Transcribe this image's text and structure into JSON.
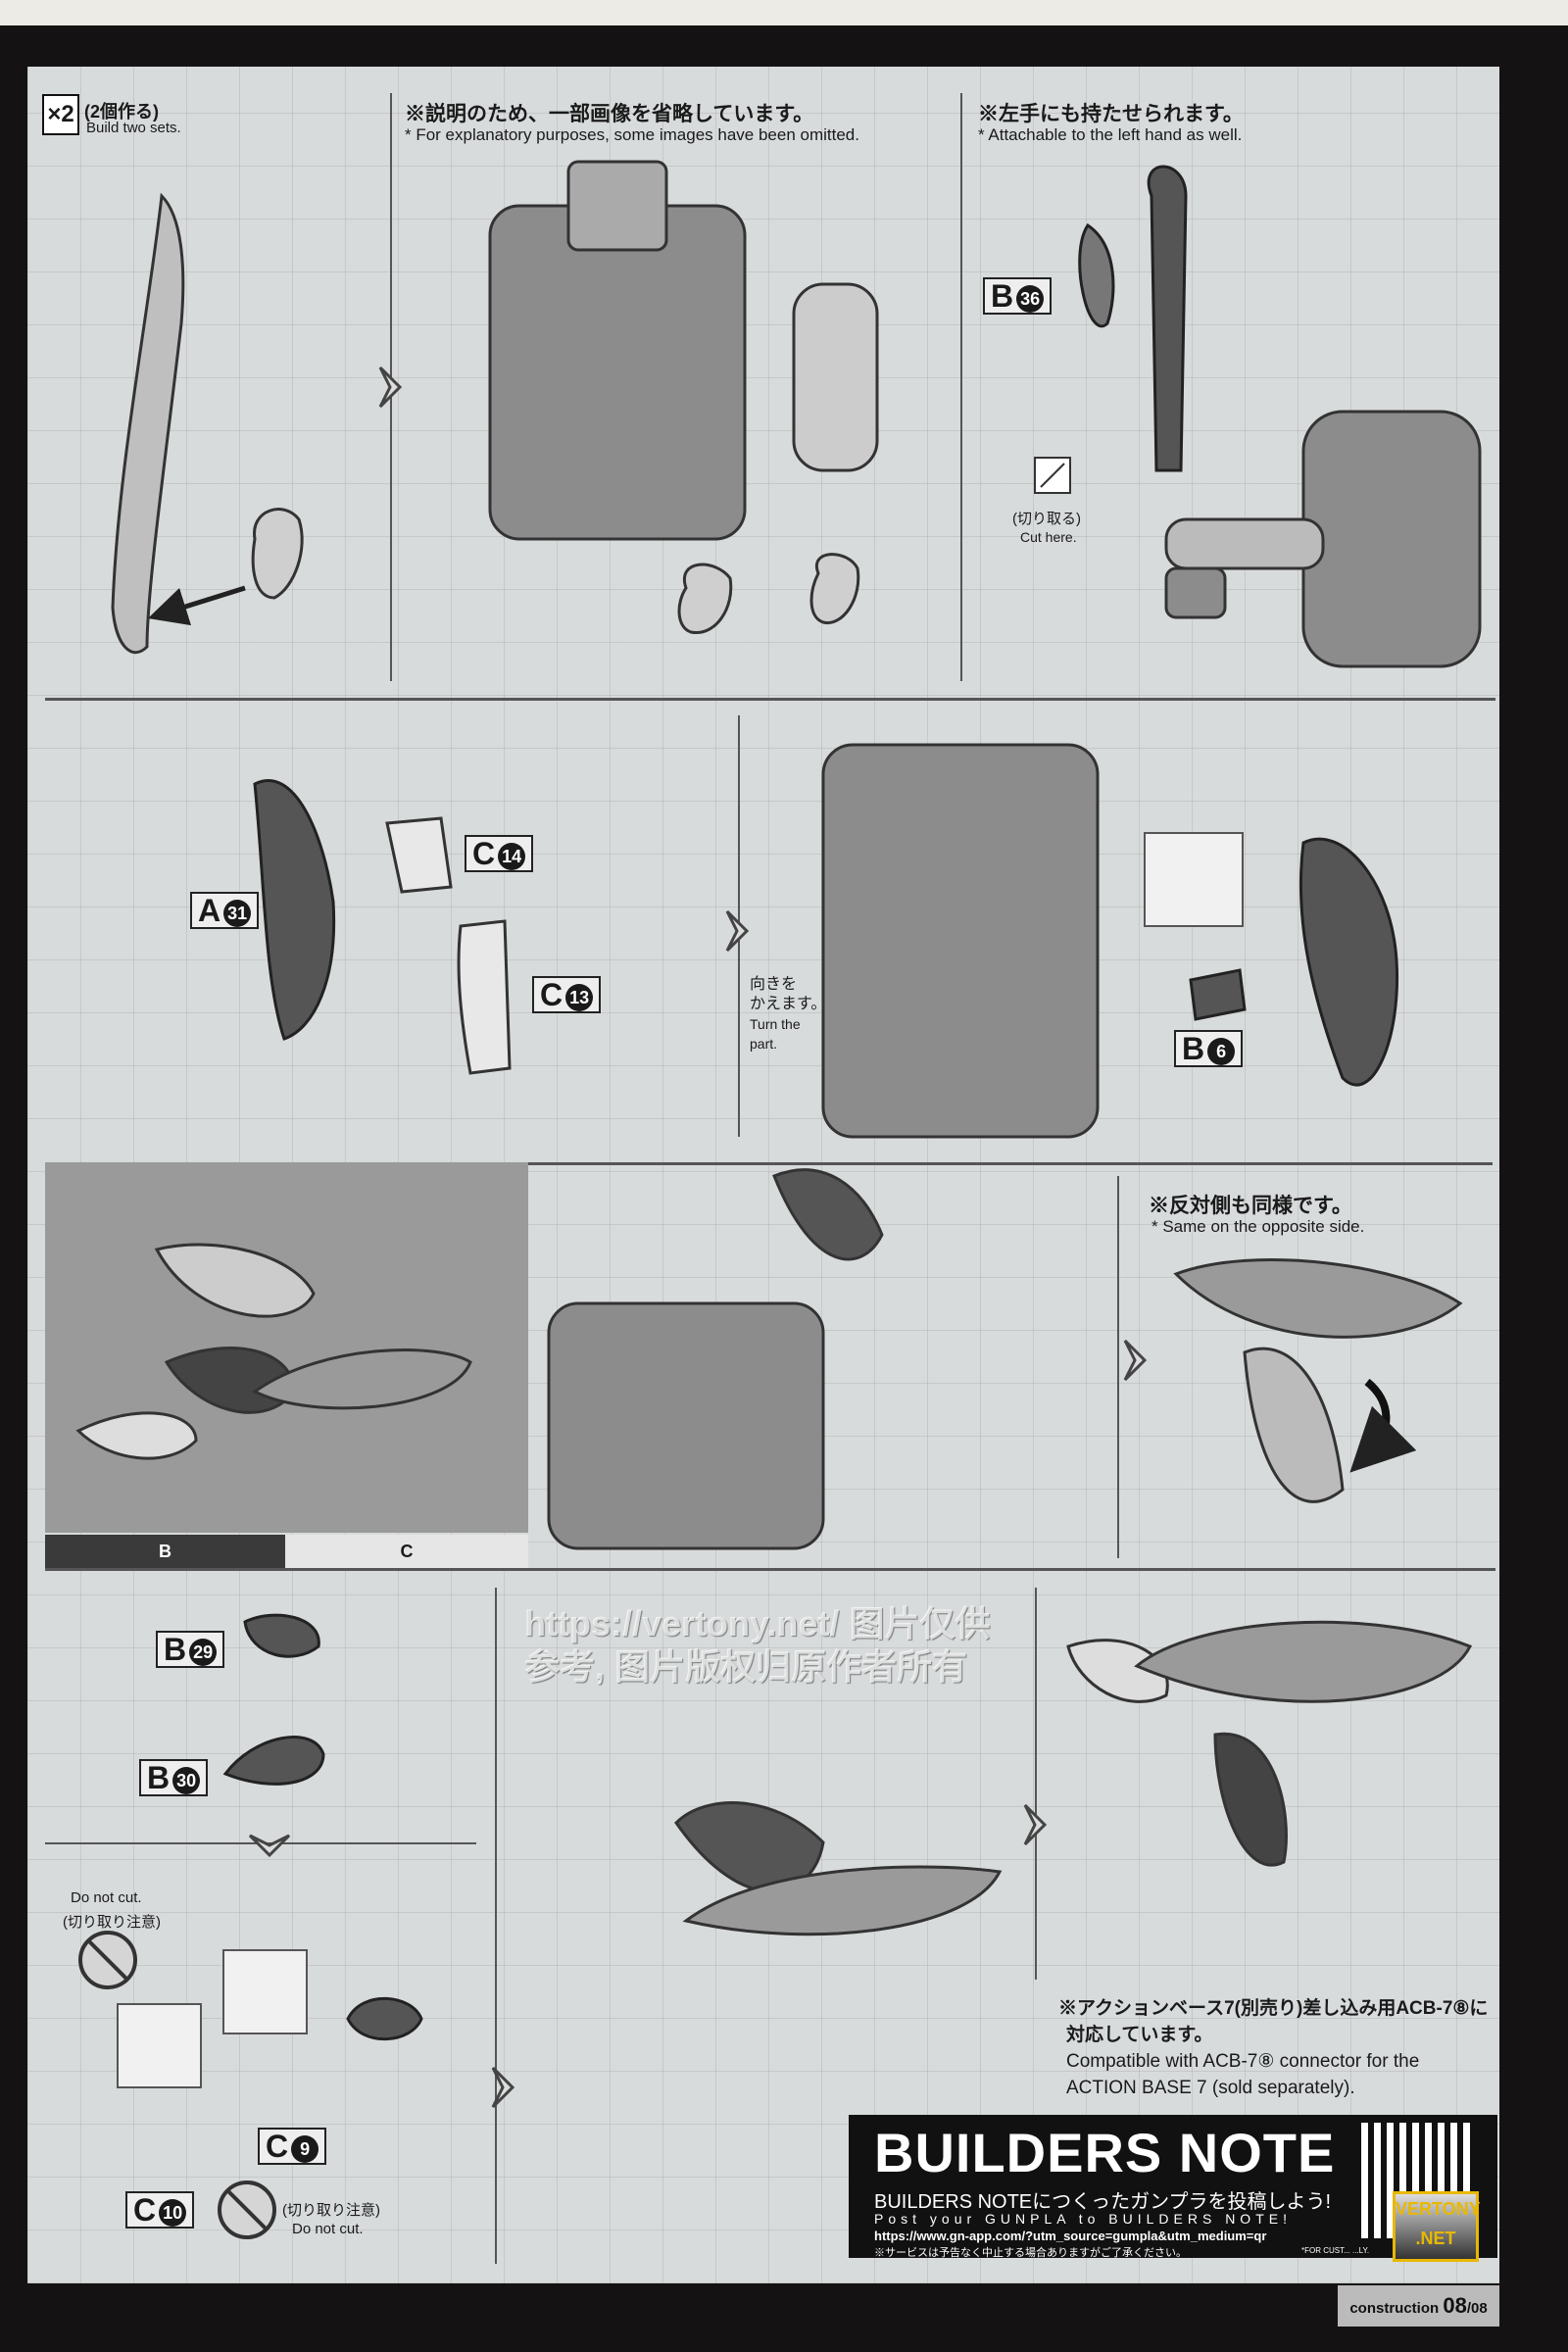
{
  "step1": {
    "multiplier": "×2",
    "jp": "(2個作る)",
    "en": "Build two sets."
  },
  "step2": {
    "jp": "※説明のため、一部画像を省略しています。",
    "en": "* For explanatory purposes, some images have been omitted."
  },
  "step3": {
    "jp": "※左手にも持たせられます。",
    "en": "* Attachable to the left hand as well.",
    "part": {
      "runner": "B",
      "number": "36"
    },
    "cut_jp": "(切り取る)",
    "cut_en": "Cut here."
  },
  "step4": {
    "parts": [
      {
        "runner": "A",
        "number": "31"
      },
      {
        "runner": "C",
        "number": "14"
      },
      {
        "runner": "C",
        "number": "13"
      }
    ]
  },
  "step5": {
    "turn_jp_1": "向きを",
    "turn_jp_2": "かえます。",
    "turn_en_1": "Turn the",
    "turn_en_2": "part.",
    "part": {
      "runner": "B",
      "number": "6"
    }
  },
  "step6": {
    "color_legend": [
      {
        "label": "B",
        "color": "#3a3a3a"
      },
      {
        "label": "C",
        "color": "#e6e6e6"
      }
    ]
  },
  "step8": {
    "jp": "※反対側も同様です。",
    "en": "* Same on the opposite side."
  },
  "step9": {
    "parts": [
      {
        "runner": "B",
        "number": "29"
      },
      {
        "runner": "B",
        "number": "30"
      },
      {
        "runner": "C",
        "number": "9"
      },
      {
        "runner": "C",
        "number": "10"
      }
    ],
    "donotcut_en": "Do not cut.",
    "donotcut_jp": "(切り取り注意)"
  },
  "step11": {
    "jp_1": "※アクションベース7(別売り)差し込み用ACB-7⑧に",
    "jp_2": "対応しています。",
    "en_1": "Compatible with ACB-7⑧ connector for the",
    "en_2": "ACTION BASE 7 (sold separately)."
  },
  "builders_note": {
    "logo": "BUILDERS NOTE",
    "jp": "BUILDERS NOTEにつくったガンプラを投稿しよう!",
    "en": "Post your GUNPLA to BUILDERS NOTE!",
    "url": "https://www.gn-app.com/?utm_source=gumpla&utm_medium=qr",
    "notice": "※サービスは予告なく中止する場合ありますがご了承ください。",
    "qr_caption": "*FOR CUST... ...LY.",
    "badge": "VERTONY .NET"
  },
  "footer": {
    "section": "construction",
    "page": "08",
    "total": "/08"
  },
  "watermark": "https://vertony.net/ 图片仅供参考, 图片版权归原作者所有"
}
